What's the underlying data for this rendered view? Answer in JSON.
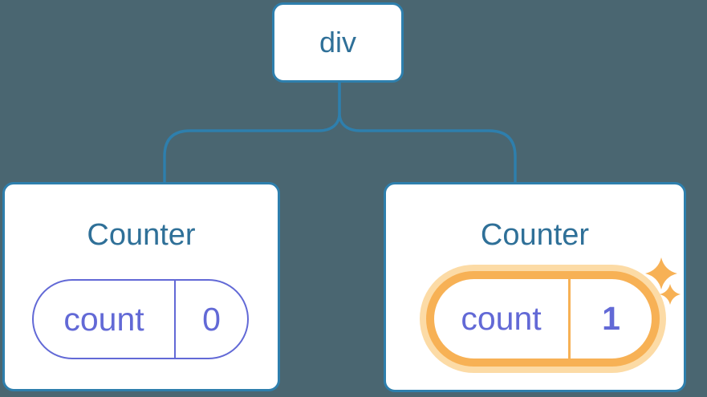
{
  "colors": {
    "background": "#4a6671",
    "line": "#2e7fad",
    "surface": "#ffffff",
    "node-text": "#2f7098",
    "state": "#6269d6",
    "highlight": "#f7b155",
    "highlight-soft": "#fcdba6"
  },
  "tree": {
    "root": {
      "label": "div"
    },
    "children": [
      {
        "title": "Counter",
        "state": {
          "key": "count",
          "value": "0"
        },
        "highlighted": false
      },
      {
        "title": "Counter",
        "state": {
          "key": "count",
          "value": "1"
        },
        "highlighted": true
      }
    ]
  }
}
